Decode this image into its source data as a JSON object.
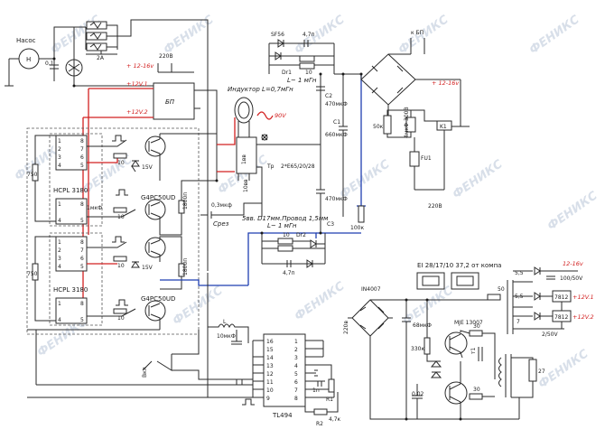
{
  "watermark": "ФЕНИКС",
  "labels": {
    "pump": "Насос",
    "pump_motor": "Н",
    "cap_01": "0,1",
    "fuse_2a": "2А",
    "v220_top": "220В",
    "v12_16_a": "+ 12-16v",
    "v12_1": "+12V.1",
    "v12_2": "+12V.2",
    "psu": "БП",
    "sf56": "SF56",
    "c47n_top": "4,7п",
    "dr1": "Dr1",
    "r10_top": "10",
    "l1mh_top": "L~ 1 мГн",
    "to_psu": "к БП",
    "inductor": "Индуктор L=0,7мГн",
    "v90": "90V",
    "c2": "C2",
    "c2_val": "470мкФ",
    "c1": "C1",
    "c1_val": "660мкФ",
    "v12_16_b": "+ 12-16v",
    "r50": "50к",
    "c4mkf": "4мкФ 300В",
    "k1": "K1",
    "fu1": "FU1",
    "v220_right": "220В",
    "hcpl_1": "HCPL 3180",
    "hcpl_2": "HCPL 3180",
    "r750_1": "750",
    "r750_2": "750",
    "r10_q1": "10",
    "r10_q2": "10",
    "r10_q3": "10",
    "r10_q4": "10",
    "z15v_1": "15V",
    "z15v_2": "15V",
    "igbt_1": "G4PC50UD",
    "igbt_2": "G4PC50UD",
    "c1mkf": "1мкФ",
    "c1800_1": "1800п",
    "c1800_2": "1800п",
    "c03": "0,3мкф",
    "cut": "Срез",
    "turns1": "1вв",
    "turns10": "10вв",
    "tp": "Тр",
    "core": "2*E65/20/28",
    "c3": "C3",
    "c3_val": "470мкФ",
    "wire": "5вв. D17мм.Провод 1,5мм",
    "l1mh_bot": "L~ 1 мГн",
    "r10_bot": "10",
    "dr2": "Dr2",
    "c47n_bot": "4,7п",
    "r100": "100к",
    "choke_l": "L",
    "c10mkf": "10мкФ",
    "switch_on": "Вкл",
    "tl494": "TL494",
    "r1": "R1",
    "r2": "R2",
    "r47k": "4,7к",
    "c1n": "1п",
    "in4007": "IN4007",
    "ei_core": "EI 28/17/10 37,2 от компа",
    "d220a": "220в",
    "c68mkf": "68мкФ",
    "r330k": "330к",
    "c002": "0,02",
    "mje": "MJE 13007",
    "r30_1": "30",
    "r30_2": "30",
    "r50_ps": "50",
    "t1": "т1",
    "r27": "27",
    "w55_1": "5,5",
    "w55_2": "5,5",
    "w7": "7",
    "c100_50": "100/50V",
    "c7812_1": "7812",
    "c7812_2": "7812",
    "c2_50": "2/50V",
    "v12_16_ps": "12-16v",
    "v12_1_ps": "+12V.1",
    "v12_2_ps": "+12V.2"
  },
  "tl494_pins_left": [
    "16",
    "15",
    "14",
    "13",
    "12",
    "11",
    "10",
    "9"
  ],
  "tl494_pins_right": [
    "1",
    "2",
    "3",
    "4",
    "5",
    "6",
    "7",
    "8"
  ],
  "hcpl_pins_left": [
    "1",
    "2",
    "3",
    "4"
  ],
  "hcpl_pins_right": [
    "8",
    "7",
    "6",
    "5"
  ]
}
